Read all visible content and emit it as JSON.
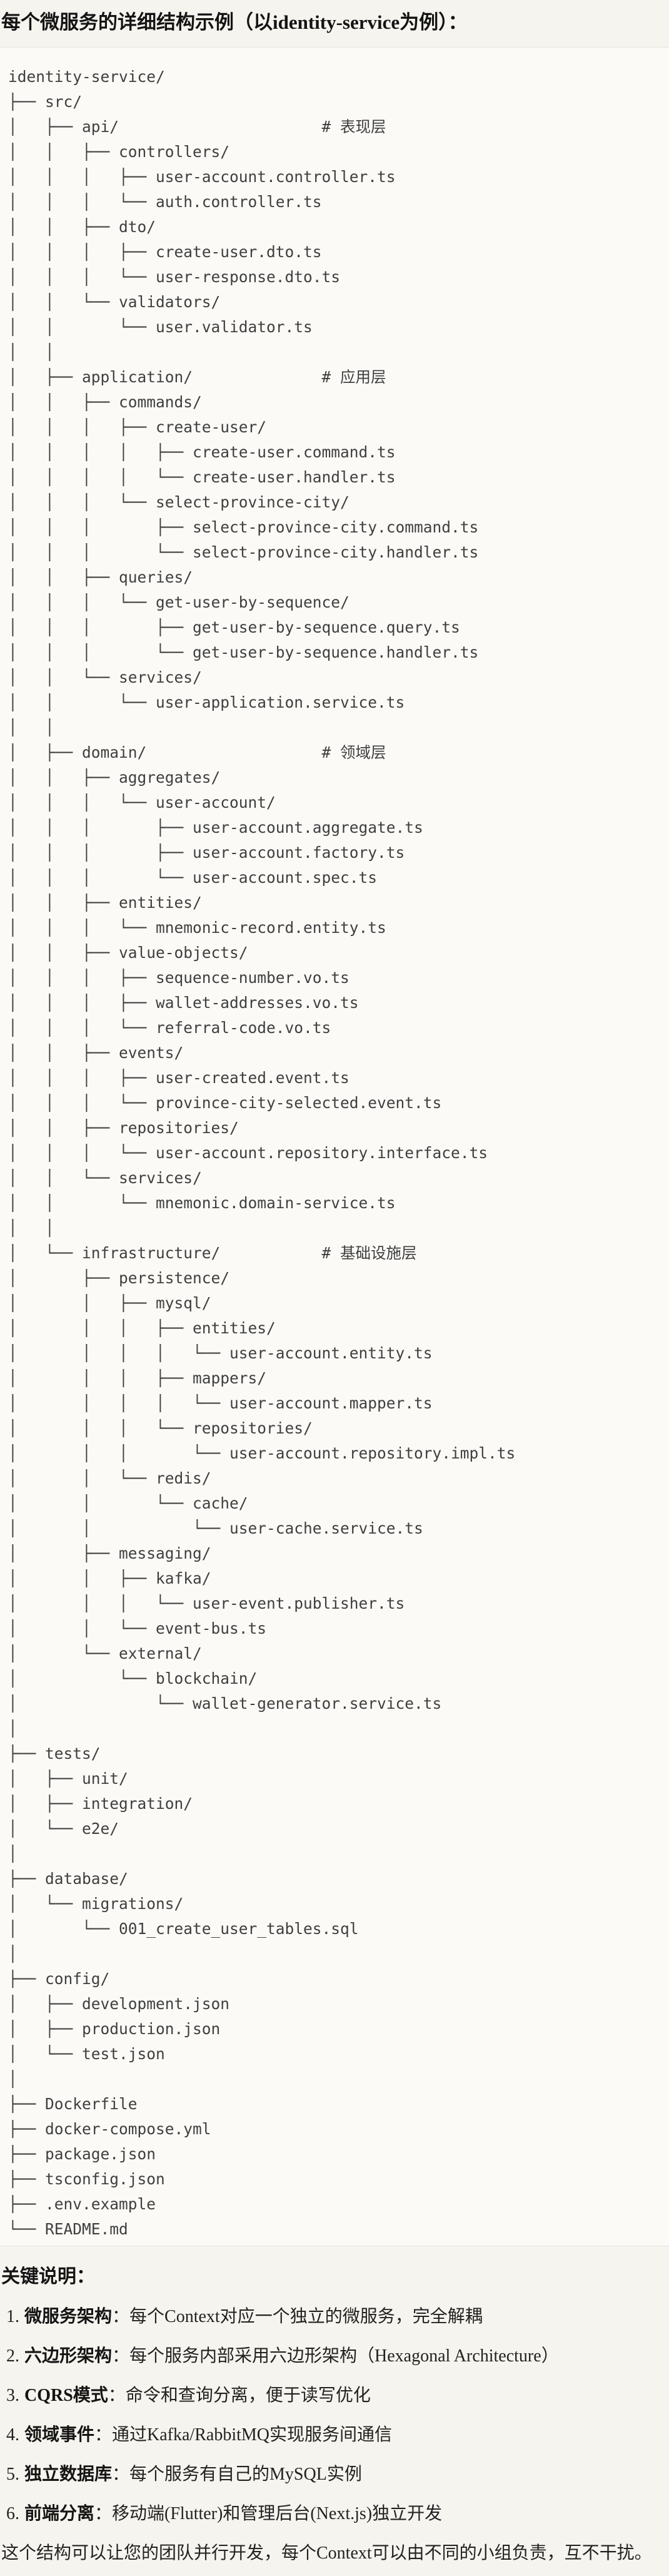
{
  "page": {
    "title": "每个微服务的详细结构示例（以identity-service为例）：",
    "tree": "identity-service/\n├── src/\n│   ├── api/                      # 表现层\n│   │   ├── controllers/\n│   │   │   ├── user-account.controller.ts\n│   │   │   └── auth.controller.ts\n│   │   ├── dto/\n│   │   │   ├── create-user.dto.ts\n│   │   │   └── user-response.dto.ts\n│   │   └── validators/\n│   │       └── user.validator.ts\n│   │\n│   ├── application/              # 应用层\n│   │   ├── commands/\n│   │   │   ├── create-user/\n│   │   │   │   ├── create-user.command.ts\n│   │   │   │   └── create-user.handler.ts\n│   │   │   └── select-province-city/\n│   │   │       ├── select-province-city.command.ts\n│   │   │       └── select-province-city.handler.ts\n│   │   ├── queries/\n│   │   │   └── get-user-by-sequence/\n│   │   │       ├── get-user-by-sequence.query.ts\n│   │   │       └── get-user-by-sequence.handler.ts\n│   │   └── services/\n│   │       └── user-application.service.ts\n│   │\n│   ├── domain/                   # 领域层\n│   │   ├── aggregates/\n│   │   │   └── user-account/\n│   │   │       ├── user-account.aggregate.ts\n│   │   │       ├── user-account.factory.ts\n│   │   │       └── user-account.spec.ts\n│   │   ├── entities/\n│   │   │   └── mnemonic-record.entity.ts\n│   │   ├── value-objects/\n│   │   │   ├── sequence-number.vo.ts\n│   │   │   ├── wallet-addresses.vo.ts\n│   │   │   └── referral-code.vo.ts\n│   │   ├── events/\n│   │   │   ├── user-created.event.ts\n│   │   │   └── province-city-selected.event.ts\n│   │   ├── repositories/\n│   │   │   └── user-account.repository.interface.ts\n│   │   └── services/\n│   │       └── mnemonic.domain-service.ts\n│   │\n│   └── infrastructure/           # 基础设施层\n│       ├── persistence/\n│       │   ├── mysql/\n│       │   │   ├── entities/\n│       │   │   │   └── user-account.entity.ts\n│       │   │   ├── mappers/\n│       │   │   │   └── user-account.mapper.ts\n│       │   │   └── repositories/\n│       │   │       └── user-account.repository.impl.ts\n│       │   └── redis/\n│       │       └── cache/\n│       │           └── user-cache.service.ts\n│       ├── messaging/\n│       │   ├── kafka/\n│       │   │   └── user-event.publisher.ts\n│       │   └── event-bus.ts\n│       └── external/\n│           └── blockchain/\n│               └── wallet-generator.service.ts\n│\n├── tests/\n│   ├── unit/\n│   ├── integration/\n│   └── e2e/\n│\n├── database/\n│   └── migrations/\n│       └── 001_create_user_tables.sql\n│\n├── config/\n│   ├── development.json\n│   ├── production.json\n│   └── test.json\n│\n├── Dockerfile\n├── docker-compose.yml\n├── package.json\n├── tsconfig.json\n├── .env.example\n└── README.md",
    "notes": {
      "heading": "关键说明：",
      "separator": "：",
      "items": [
        {
          "num": "1.",
          "term": "微服务架构",
          "desc": "每个Context对应一个独立的微服务，完全解耦"
        },
        {
          "num": "2.",
          "term": "六边形架构",
          "desc": "每个服务内部采用六边形架构（Hexagonal Architecture）"
        },
        {
          "num": "3.",
          "term": "CQRS模式",
          "desc": "命令和查询分离，便于读写优化"
        },
        {
          "num": "4.",
          "term": "领域事件",
          "desc": "通过Kafka/RabbitMQ实现服务间通信"
        },
        {
          "num": "5.",
          "term": "独立数据库",
          "desc": "每个服务有自己的MySQL实例"
        },
        {
          "num": "6.",
          "term": "前端分离",
          "desc": "移动端(Flutter)和管理后台(Next.js)独立开发"
        }
      ],
      "footer": "这个结构可以让您的团队并行开发，每个Context可以由不同的小组负责，互不干扰。"
    }
  }
}
